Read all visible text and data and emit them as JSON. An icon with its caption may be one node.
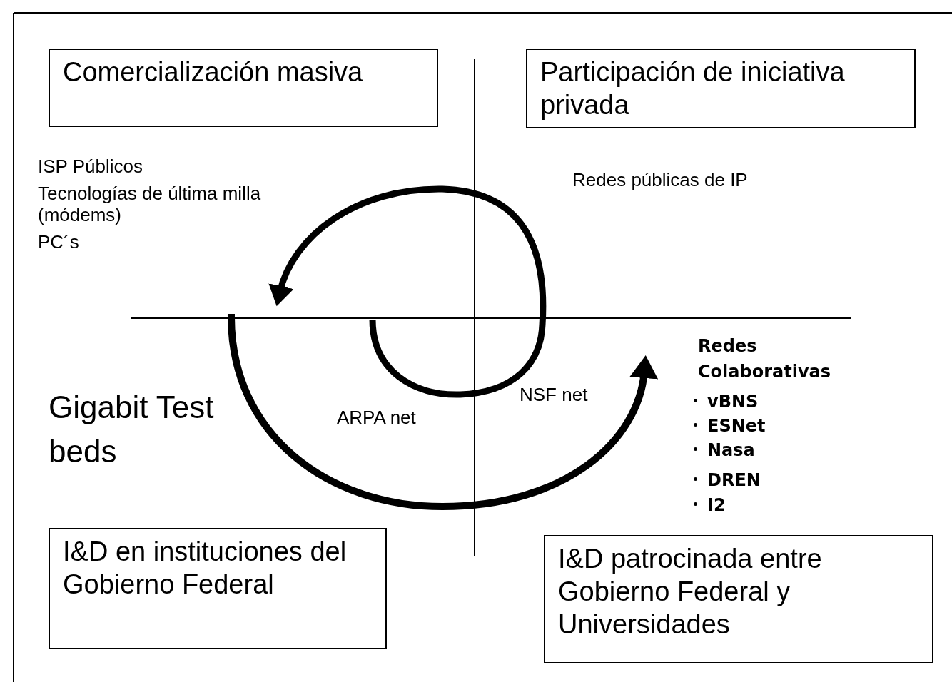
{
  "diagram": {
    "nodes": [
      {
        "text": [
          "Comercialización masiva"
        ]
      },
      {
        "text": [
          "Participación de iniciativa privada"
        ]
      },
      {
        "text": [
          "I&D en instituciones del Gobierno Federal"
        ]
      },
      {
        "text": [
          "I&D patrocinada entre Gobierno Federal y Universidades"
        ]
      }
    ],
    "labels": [
      "ISP Públicos",
      "Tecnologías de última milla (módems)",
      "PC´s",
      "Redes públicas de IP",
      "Gigabit Test beds",
      "ARPA net",
      "NSF net",
      "Redes Colaborativas",
      "vBNS",
      "ESNet",
      "Nasa",
      "DREN",
      "I2"
    ]
  }
}
